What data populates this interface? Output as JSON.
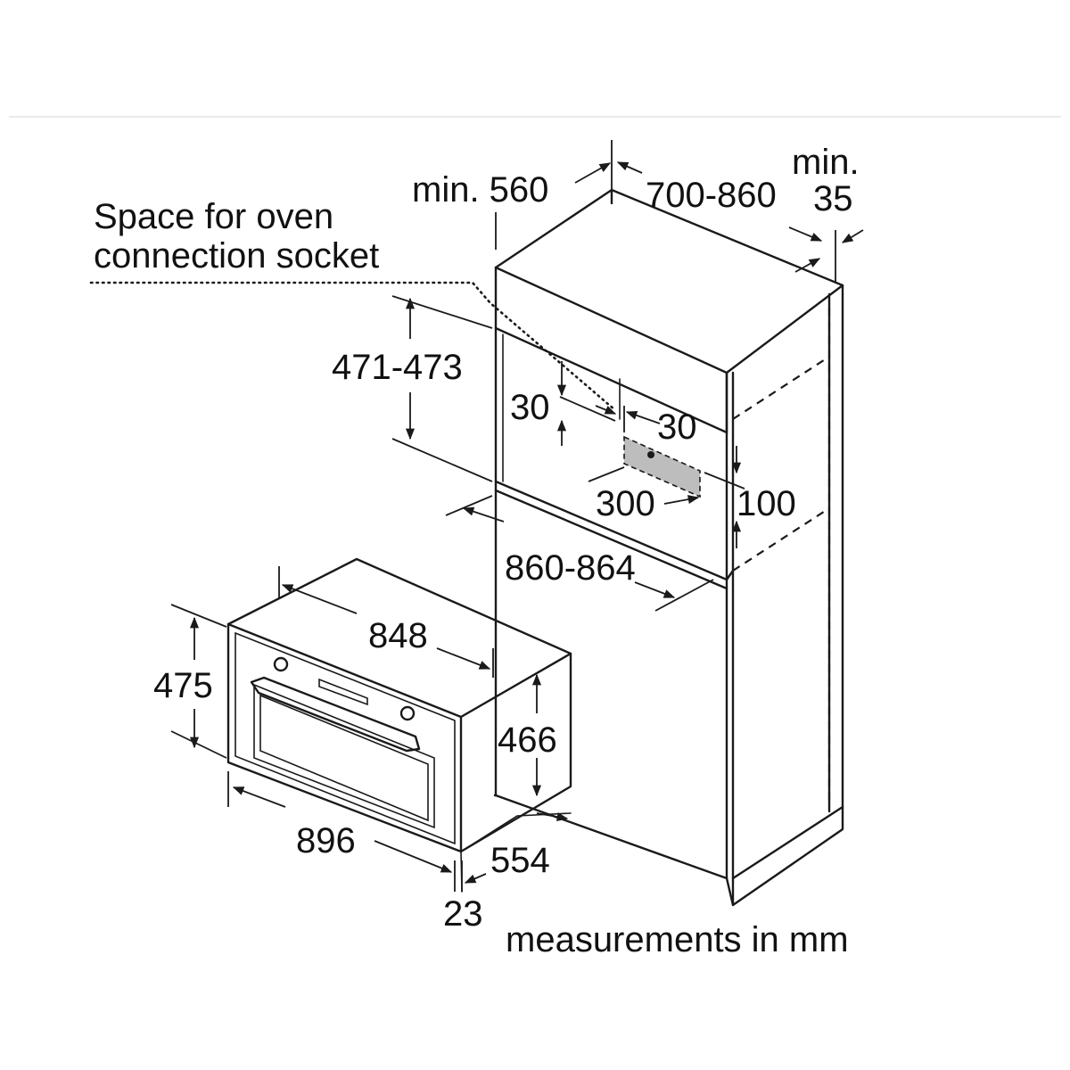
{
  "labels": {
    "socket_note_line1": "Space for oven",
    "socket_note_line2": "connection socket",
    "min_560": "min. 560",
    "depth_700_860": "700-860",
    "min_word": "min.",
    "min_35": "35",
    "height_471_473": "471-473",
    "offset_30_left": "30",
    "offset_30_right": "30",
    "socket_300": "300",
    "socket_100": "100",
    "width_860_864": "860-864",
    "oven_848": "848",
    "oven_475": "475",
    "oven_466": "466",
    "oven_896": "896",
    "oven_554": "554",
    "oven_23": "23",
    "units_note": "measurements in mm"
  },
  "colors": {
    "ink": "#1a1a1a",
    "socket_fill": "#bdbdbd",
    "rule": "#e3e3e3"
  }
}
